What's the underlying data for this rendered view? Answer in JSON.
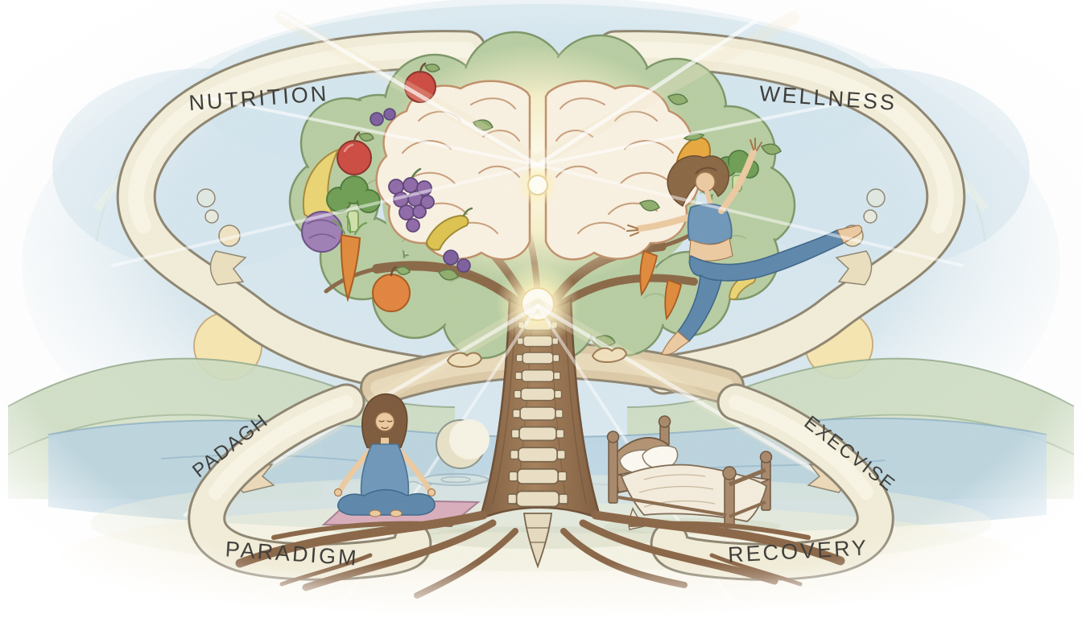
{
  "labels": {
    "top_left": "NUTRITION",
    "top_right": "WELLNESS",
    "mid_left": "PADAGH",
    "mid_right": "EXECVISE",
    "bottom_left": "PARADIGM",
    "bottom_right": "RECOVERY"
  },
  "scene": {
    "style": "hand-drawn colored-pencil wellness illustration",
    "elements": [
      "glowing brain inside tree canopy",
      "fruits and vegetables in canopy (apple, grapes, broccoli, carrot, banana, cabbage, squash, mango, plums)",
      "spine of vertebrae inside tree trunk with glowing orb",
      "spreading roots",
      "leaping dancer in blue activewear",
      "meditating woman on yoga mat",
      "crescent moon orb with water ripple",
      "wooden bed with pillows and blanket",
      "rolling hills with two pale suns",
      "blue water band",
      "flowing labeled ribbons with bubbles and forked tails",
      "light rays"
    ],
    "palette": {
      "paper": "#ffffff",
      "sky": "#d7e6ee",
      "hills": "#c9dabd",
      "water": "#b9d2e2",
      "canopy": "#b8cda3",
      "trunk": "#97744f",
      "ribbon": "#f1ecd8",
      "brain": "#f8f0df",
      "outfit_blue": "#6f97b9",
      "label_ink": "#3c3b37"
    }
  }
}
